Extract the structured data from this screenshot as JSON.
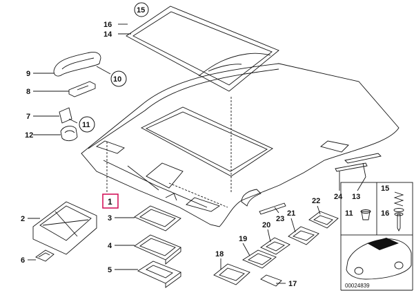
{
  "diagram": {
    "doc_number": "00024839",
    "parts": {
      "p1": "1",
      "p2": "2",
      "p3": "3",
      "p4": "4",
      "p5": "5",
      "p6": "6",
      "p7": "7",
      "p8": "8",
      "p9": "9",
      "p10": "10",
      "p11": "11",
      "p12": "12",
      "p13": "13",
      "p14": "14",
      "p15": "15",
      "p16": "16",
      "p17": "17",
      "p18": "18",
      "p19": "19",
      "p20": "20",
      "p21": "21",
      "p22": "22",
      "p23": "23",
      "p24": "24",
      "inset11": "11",
      "inset15": "15",
      "inset16": "16"
    },
    "highlighted_part": "1"
  }
}
